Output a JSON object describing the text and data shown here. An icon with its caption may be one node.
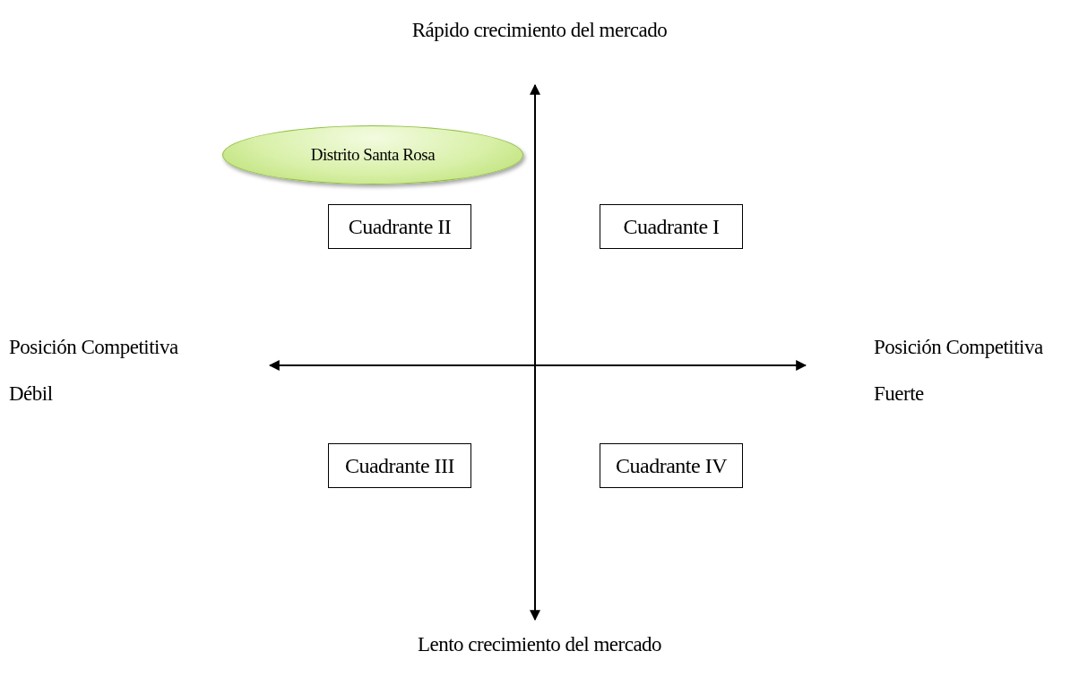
{
  "diagram": {
    "nodes": [
      {
        "text": [
          "Distrito Santa Rosa"
        ]
      },
      {
        "text": [
          "Cuadrante II"
        ]
      },
      {
        "text": [
          "Cuadrante I"
        ]
      },
      {
        "text": [
          "Cuadrante III"
        ]
      },
      {
        "text": [
          "Cuadrante IV"
        ]
      }
    ],
    "labels": [
      "Rápido crecimiento del mercado",
      "Posición Competitiva Débil",
      "Posición Competitiva Fuerte",
      "Lento crecimiento del mercado"
    ]
  }
}
